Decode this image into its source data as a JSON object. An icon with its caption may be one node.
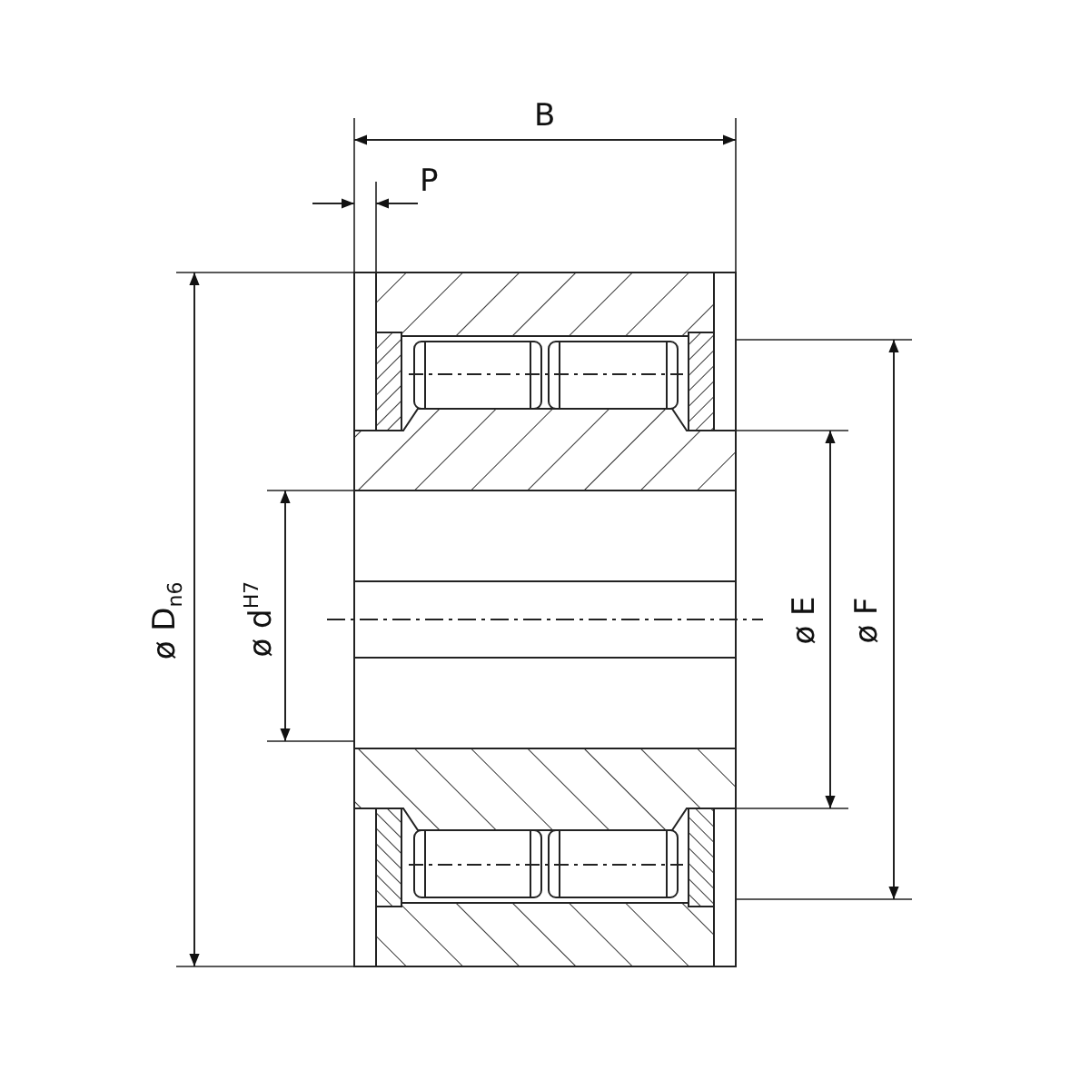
{
  "diagram": {
    "labels": [
      "B",
      "P",
      "ø D$_{n6}$",
      "ø d$^{H7}$",
      "ø E",
      "ø F"
    ]
  }
}
